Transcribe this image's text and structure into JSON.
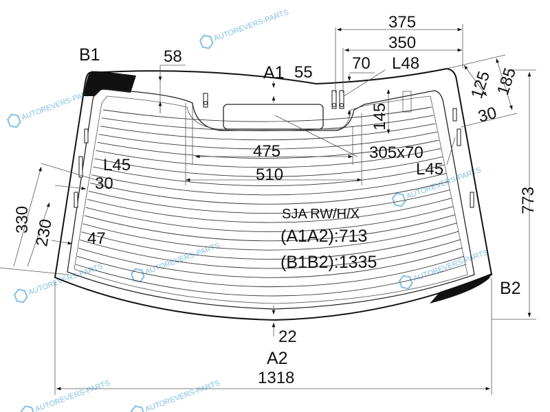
{
  "title": "SJA RW/H/X",
  "codes": {
    "a1a2": "(A1A2):713",
    "b1b2": "(B1B2):1335"
  },
  "points": {
    "b1": "B1",
    "b2": "B2",
    "a1": "A1",
    "a2": "A2"
  },
  "dimensions": {
    "top_band_58": "58",
    "a1_gap_55": "55",
    "width_375": "375",
    "width_350": "350",
    "offset_70": "70",
    "l48": "L48",
    "side_125": "125",
    "side_185": "185",
    "side_30_right": "30",
    "height_145": "145",
    "heater_475": "475",
    "sensor_305x70": "305x70",
    "heater_510": "510",
    "l45_left": "L45",
    "l45_right": "L45",
    "side_30_left": "30",
    "side_330": "330",
    "side_230": "230",
    "side_47": "47",
    "height_773": "773",
    "bottom_22": "22",
    "width_1318": "1318"
  },
  "watermark": "AUTOREVERS-PARTS",
  "heater_line_count": 20
}
